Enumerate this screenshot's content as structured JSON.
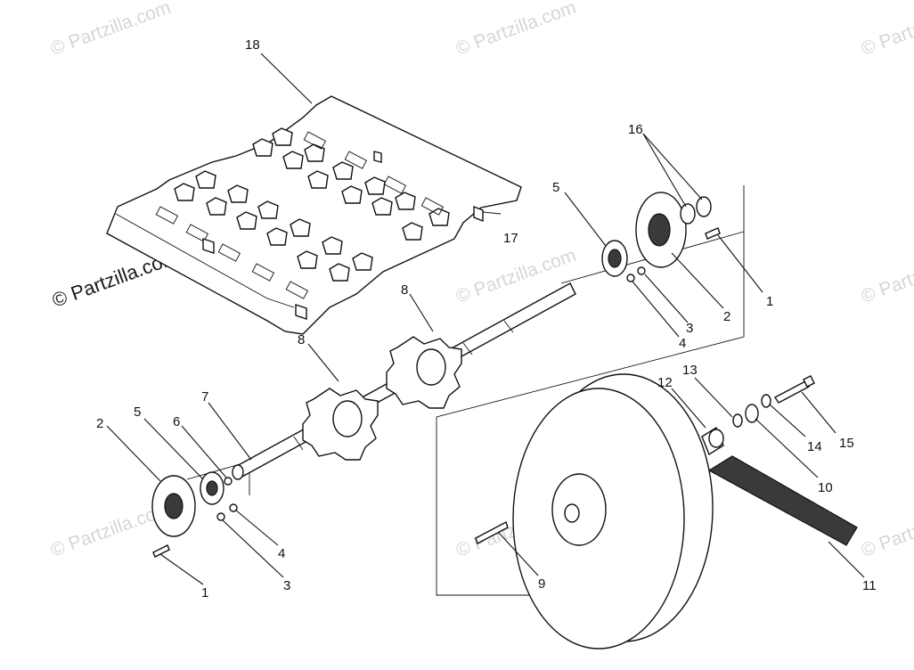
{
  "watermark": {
    "text": "© Partzilla.com"
  },
  "callouts": [
    {
      "id": "c18",
      "text": "18"
    },
    {
      "id": "c16",
      "text": "16"
    },
    {
      "id": "c5a",
      "text": "5"
    },
    {
      "id": "c17",
      "text": "17"
    },
    {
      "id": "c1a",
      "text": "1"
    },
    {
      "id": "c2a",
      "text": "2"
    },
    {
      "id": "c3a",
      "text": "3"
    },
    {
      "id": "c4a",
      "text": "4"
    },
    {
      "id": "c8a",
      "text": "8"
    },
    {
      "id": "c8b",
      "text": "8"
    },
    {
      "id": "c13",
      "text": "13"
    },
    {
      "id": "c12",
      "text": "12"
    },
    {
      "id": "c15",
      "text": "15"
    },
    {
      "id": "c14",
      "text": "14"
    },
    {
      "id": "c10",
      "text": "10"
    },
    {
      "id": "c2b",
      "text": "2"
    },
    {
      "id": "c5b",
      "text": "5"
    },
    {
      "id": "c6",
      "text": "6"
    },
    {
      "id": "c7",
      "text": "7"
    },
    {
      "id": "c4b",
      "text": "4"
    },
    {
      "id": "c3b",
      "text": "3"
    },
    {
      "id": "c1b",
      "text": "1"
    },
    {
      "id": "c9",
      "text": "9"
    },
    {
      "id": "c11",
      "text": "11"
    }
  ]
}
